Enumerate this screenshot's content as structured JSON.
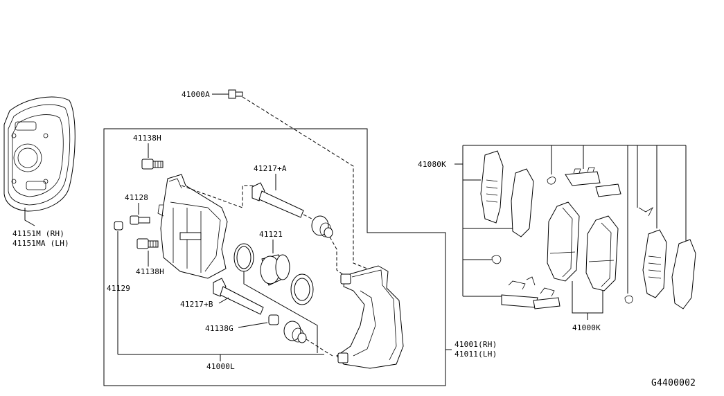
{
  "diagram_id": "G4400002",
  "labels": {
    "splash_shield_rh": "41151M  (RH)",
    "splash_shield_lh": "41151MA (LH)",
    "bolt_a": "41000A",
    "bolt_h_top": "41138H",
    "bolt_h_bottom": "41138H",
    "bleeder": "41128",
    "cap": "41129",
    "pin_a": "41217+A",
    "pin_b": "41217+B",
    "piston": "41121",
    "boot_g": "41138G",
    "caliper_kit": "41000L",
    "caliper_rh": "41001(RH)",
    "caliper_lh": "41011(LH)",
    "hardware_kit": "41080K",
    "pad_kit": "41000K"
  },
  "colors": {
    "line": "#000000",
    "background": "#ffffff"
  }
}
